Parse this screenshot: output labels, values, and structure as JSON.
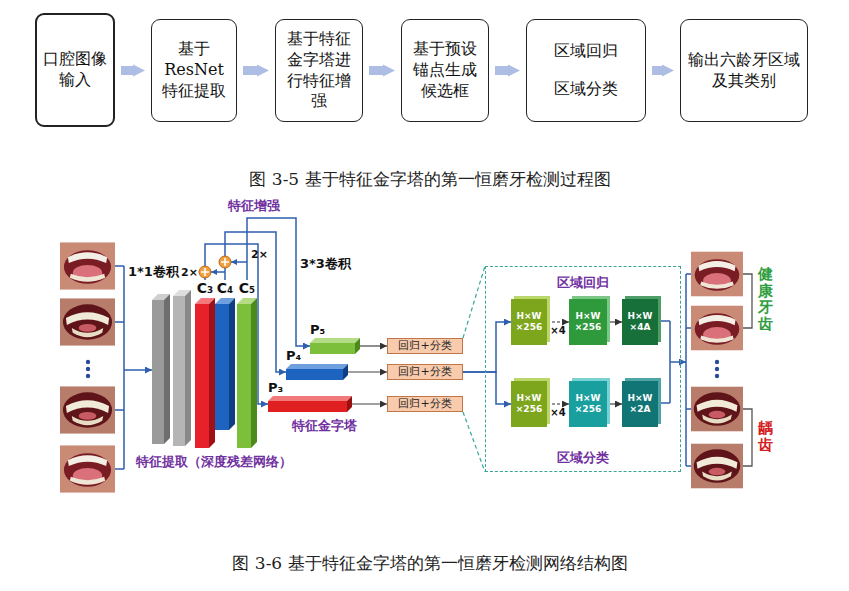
{
  "diagram": {
    "caption": "图 3-6 基于特征金字塔的第一恒磨牙检测网络结构图",
    "nodes": [
      {
        "text": [
          "口腔图像输入"
        ]
      },
      {
        "text": [
          "基于ResNet特征提取"
        ]
      },
      {
        "text": [
          "基于特征金字塔进行特征增强"
        ]
      },
      {
        "text": [
          "基于预设锚点生成候选框"
        ]
      },
      {
        "text": [
          "区域回归",
          "区域分类"
        ]
      },
      {
        "text": [
          "输出六龄牙区域及其类别"
        ]
      },
      {
        "text": [
          "C₃"
        ]
      },
      {
        "text": [
          "C₄"
        ]
      },
      {
        "text": [
          "C₅"
        ]
      },
      {
        "text": [
          "P₅"
        ]
      },
      {
        "text": [
          "P₄"
        ]
      },
      {
        "text": [
          "P₃"
        ]
      },
      {
        "text": [
          "回归+分类"
        ]
      },
      {
        "text": [
          "回归+分类"
        ]
      },
      {
        "text": [
          "回归+分类"
        ]
      },
      {
        "text": [
          "区域回归",
          "区域分类"
        ]
      },
      {
        "text": [
          "H×W ×256"
        ],
        "in": 15
      },
      {
        "text": [
          "H×W ×256"
        ],
        "in": 15
      },
      {
        "text": [
          "H×W ×4A"
        ],
        "in": 15
      },
      {
        "text": [
          "H×W ×256"
        ],
        "in": 15
      },
      {
        "text": [
          "H×W ×256"
        ],
        "in": 15
      },
      {
        "text": [
          "H×W ×2A"
        ],
        "in": 15
      }
    ],
    "edges": [
      {
        "from": 0,
        "to": 1,
        "arrow": "to"
      },
      {
        "from": 1,
        "to": 2,
        "arrow": "to"
      },
      {
        "from": 2,
        "to": 3,
        "arrow": "to"
      },
      {
        "from": 3,
        "to": 4,
        "arrow": "to"
      },
      {
        "from": 4,
        "to": 5,
        "arrow": "to"
      },
      {
        "from": 8,
        "to": 9,
        "arrow": "to",
        "label": "3*3卷积"
      },
      {
        "from": 7,
        "to": 10,
        "arrow": "to"
      },
      {
        "from": 6,
        "to": 11,
        "arrow": "to"
      },
      {
        "from": 9,
        "to": 12,
        "arrow": "to"
      },
      {
        "from": 10,
        "to": 13,
        "arrow": "to"
      },
      {
        "from": 11,
        "to": 14,
        "arrow": "to"
      },
      {
        "from": 13,
        "to": 16,
        "arrow": "to"
      },
      {
        "from": 13,
        "to": 19,
        "arrow": "to"
      },
      {
        "from": 12,
        "to": 15,
        "arrow": "none"
      },
      {
        "from": 14,
        "to": 15,
        "arrow": "none"
      },
      {
        "from": 16,
        "to": 17,
        "arrow": "to",
        "label": "×4"
      },
      {
        "from": 17,
        "to": 18,
        "arrow": "to"
      },
      {
        "from": 19,
        "to": 20,
        "arrow": "to",
        "label": "×4"
      },
      {
        "from": 20,
        "to": 21,
        "arrow": "to"
      }
    ],
    "labels": [
      "图 3-5 基于特征金字塔的第一恒磨牙检测过程图",
      "特征增强",
      "2×",
      "2×",
      "1*1卷积",
      "特征金字塔",
      "特征提取（深度残差网络）",
      "健康牙齿",
      "龋齿"
    ]
  }
}
